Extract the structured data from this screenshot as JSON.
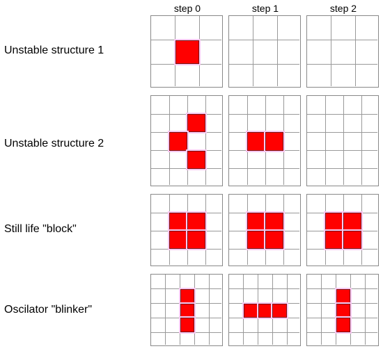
{
  "column_headers": [
    "step 0",
    "step 1",
    "step 2"
  ],
  "rows": [
    {
      "label": "Unstable structure 1",
      "cols": 3,
      "rows": 3,
      "steps": [
        [
          [
            1,
            1
          ]
        ],
        [],
        []
      ]
    },
    {
      "label": "Unstable structure 2",
      "cols": 4,
      "rows": 5,
      "steps": [
        [
          [
            2,
            1
          ],
          [
            1,
            2
          ],
          [
            2,
            3
          ]
        ],
        [
          [
            1,
            2
          ],
          [
            2,
            2
          ]
        ],
        []
      ]
    },
    {
      "label": "Still life \"block\"",
      "cols": 4,
      "rows": 4,
      "steps": [
        [
          [
            1,
            1
          ],
          [
            2,
            1
          ],
          [
            1,
            2
          ],
          [
            2,
            2
          ]
        ],
        [
          [
            1,
            1
          ],
          [
            2,
            1
          ],
          [
            1,
            2
          ],
          [
            2,
            2
          ]
        ],
        [
          [
            1,
            1
          ],
          [
            2,
            1
          ],
          [
            1,
            2
          ],
          [
            2,
            2
          ]
        ]
      ]
    },
    {
      "label": "Oscilator \"blinker\"",
      "cols": 5,
      "rows": 5,
      "steps": [
        [
          [
            2,
            1
          ],
          [
            2,
            2
          ],
          [
            2,
            3
          ]
        ],
        [
          [
            1,
            2
          ],
          [
            2,
            2
          ],
          [
            3,
            2
          ]
        ],
        [
          [
            2,
            1
          ],
          [
            2,
            2
          ],
          [
            2,
            3
          ]
        ]
      ]
    }
  ],
  "colors": {
    "alive": "#ff0000",
    "grid": "#999999"
  }
}
